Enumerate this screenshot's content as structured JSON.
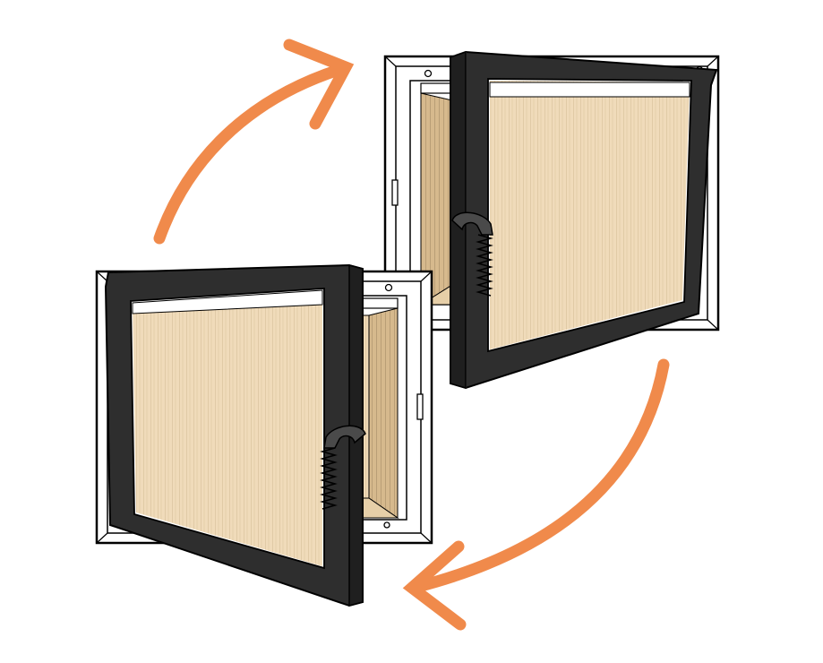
{
  "diagram": {
    "kind": "reversible-door-illustration",
    "arrows": [
      {
        "name": "top-left-arrow",
        "direction": "clockwise"
      },
      {
        "name": "bottom-right-arrow",
        "direction": "clockwise"
      }
    ],
    "doors": [
      {
        "name": "door-right-hinged",
        "opening_side": "left"
      },
      {
        "name": "door-left-hinged",
        "opening_side": "right"
      }
    ]
  },
  "colors": {
    "arrow": "#F08A4B",
    "door_frame": "#2b2b2b",
    "door_outline": "#000000",
    "casing": "#ffffff",
    "firebrick_light": "#efd9b6",
    "firebrick_dark": "#d9bd92",
    "handle_spring": "#6b6b6b"
  }
}
